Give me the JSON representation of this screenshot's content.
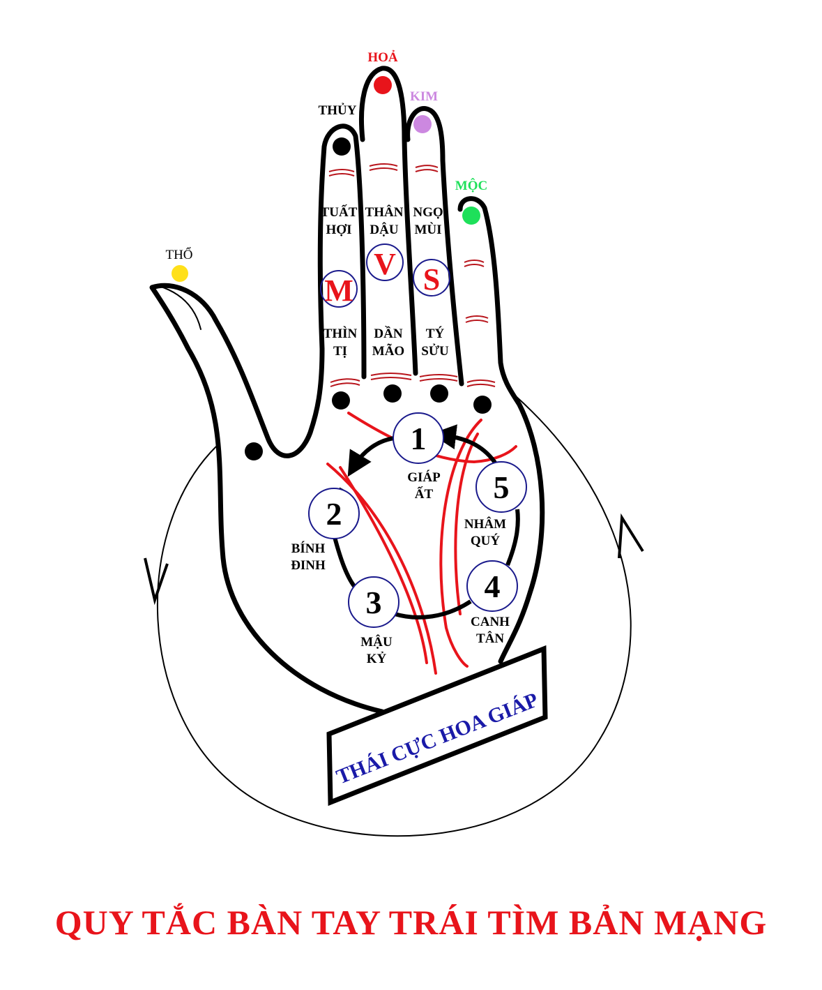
{
  "colors": {
    "outline": "#000000",
    "palm_line": "#e8141b",
    "crease": "#b8141b",
    "ring": "#1a1a8c",
    "fire": "#e8141b",
    "metal": "#cc88e0",
    "wood": "#1ee05a",
    "earth": "#ffe01a",
    "water": "#000000",
    "title": "#e8141b",
    "banner_text": "#1a1aa8"
  },
  "elements": {
    "hoa": "HOẢ",
    "kim": "KIM",
    "thuy": "THỦY",
    "moc": "MỘC",
    "tho": "THỔ"
  },
  "branches": {
    "tuat": "TUẤT",
    "hoi": "HỢI",
    "than": "THÂN",
    "dau": "DẬU",
    "ngo": "NGỌ",
    "mui": "MÙI",
    "thin": "THÌN",
    "ti": "TỊ",
    "dan": "DẦN",
    "mao": "MÃO",
    "ty": "TÝ",
    "suu": "SỬU"
  },
  "fingers": {
    "m": "M",
    "v": "V",
    "s": "S"
  },
  "stems": [
    {
      "num": "1",
      "line1": "GIÁP",
      "line2": "ẤT"
    },
    {
      "num": "2",
      "line1": "BÍNH",
      "line2": "ĐINH"
    },
    {
      "num": "3",
      "line1": "MẬU",
      "line2": "KỶ"
    },
    {
      "num": "4",
      "line1": "CANH",
      "line2": "TÂN"
    },
    {
      "num": "5",
      "line1": "NHÂM",
      "line2": "QUÝ"
    }
  ],
  "banner": "THÁI CỰC HOA GIÁP",
  "title": "QUY TẮC BÀN TAY TRÁI TÌM BẢN MẠNG"
}
